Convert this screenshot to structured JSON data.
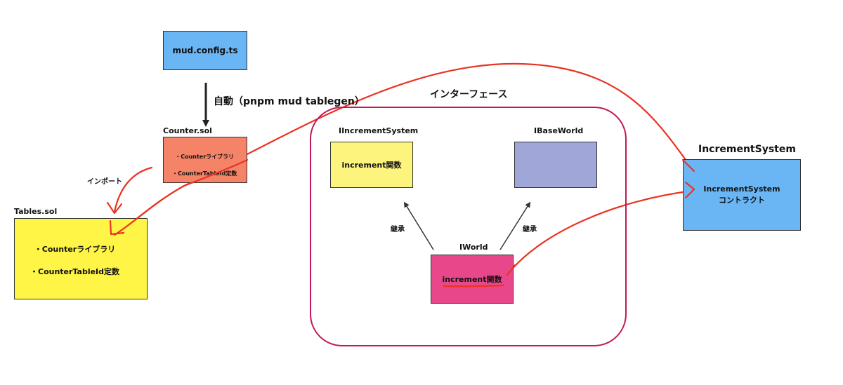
{
  "mud_config": {
    "label": "mud.config.ts",
    "color": "#6ab6f5"
  },
  "arrow_label_autogen": "自動（pnpm mud tablegen）",
  "counter_sol": {
    "title": "Counter.sol",
    "items": [
      "・Counterライブラリ",
      "・CounterTableId定数"
    ],
    "color": "#f58367"
  },
  "import_label": "インポート",
  "tables_sol": {
    "title": "Tables.sol",
    "items": [
      "・Counterライブラリ",
      "・CounterTableId定数"
    ],
    "color": "#fef546"
  },
  "interface_group": {
    "title": "インターフェース",
    "border_color": "#c2185b",
    "iincrement": {
      "title": "IIncrementSystem",
      "body": "increment関数",
      "color": "#fdf47e"
    },
    "ibaseworld": {
      "title": "IBaseWorld",
      "body": "",
      "color": "#a0a6d8"
    },
    "iworld": {
      "title": "IWorld",
      "body": "increment関数",
      "color": "#e8488a"
    },
    "inherit_left": "継承",
    "inherit_right": "継承"
  },
  "increment_system": {
    "title": "IncrementSystem",
    "body_line1": "IncrementSystem",
    "body_line2": "コントラクト",
    "color": "#6ab6f5"
  },
  "annotation_color": "#ea3323"
}
